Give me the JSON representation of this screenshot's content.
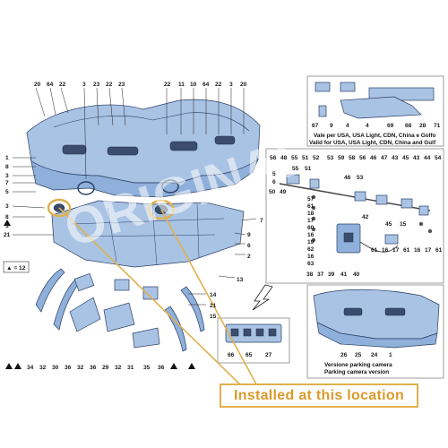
{
  "main_callouts_top": [
    "20",
    "64",
    "22",
    "3",
    "23",
    "22",
    "23",
    "22",
    "11",
    "10",
    "64",
    "22",
    "3",
    "20"
  ],
  "main_callouts_left": [
    "1",
    "8",
    "3",
    "7",
    "5",
    "3",
    "8",
    "3",
    "21"
  ],
  "main_callouts_right": [
    "7",
    "9",
    "6",
    "2",
    "13"
  ],
  "main_callouts_bottom": [
    "34",
    "32",
    "30",
    "36",
    "32",
    "36",
    "29",
    "32",
    "31",
    "35",
    "36"
  ],
  "main_callouts_misc": [
    "14",
    "21",
    "15"
  ],
  "legend_marker": "▲ = 12",
  "variant_top": {
    "callouts": [
      "67",
      "9",
      "4",
      "4",
      "69",
      "68",
      "28",
      "71"
    ],
    "caption_line1": "Vale per USA, USA Light, CDN, China e Golfo",
    "caption_line2": "Valid for USA, USA Light, CDN, China and Gulf"
  },
  "detail_panel": {
    "callouts_top": [
      "56",
      "48",
      "55",
      "51",
      "52",
      "53",
      "59",
      "58",
      "56",
      "46",
      "47",
      "43",
      "45",
      "43",
      "44",
      "54"
    ],
    "callouts_left": [
      "50",
      "49",
      "57",
      "61",
      "18",
      "17",
      "60",
      "16",
      "19",
      "62",
      "16",
      "63"
    ],
    "callouts_right": [
      "42",
      "45",
      "15"
    ],
    "callouts_bottom": [
      "38",
      "37",
      "39",
      "41",
      "40",
      "61",
      "16",
      "17",
      "61",
      "16",
      "17",
      "61"
    ],
    "callouts_misc": [
      "5",
      "6",
      "46",
      "53",
      "55",
      "51"
    ]
  },
  "bracket_callouts": [
    "66",
    "65",
    "27"
  ],
  "camera_version": {
    "callouts": [
      "26",
      "25",
      "24",
      "1"
    ],
    "caption_line1": "Versione parking camera",
    "caption_line2": "Parking camera version"
  },
  "install_label": "Installed at this location",
  "watermark": "ORIGINAL",
  "colors": {
    "part": "#a9c3e4",
    "outline": "#2a3f66",
    "accent": "#e0b04e"
  }
}
